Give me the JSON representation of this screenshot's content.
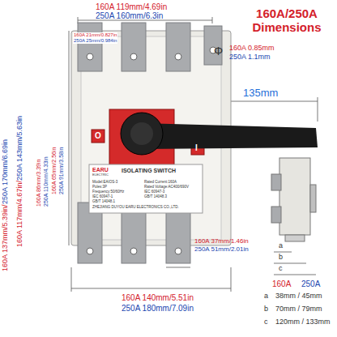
{
  "diagram": {
    "title": "160A/250A Dimensions",
    "labels": [
      "160A 119mm/4.69in",
      "250A 160mm/6.3in",
      "160A 21mm/0.827in",
      "250A 25mm/0.984in",
      "Φ",
      "160A 0.85mm",
      "250A 1.1mm",
      "135mm",
      "160A 137mm/5.39in/",
      "250A 170mm/6.69in",
      "160A 117mm/4.67in/",
      "250A 143mm/5.63in",
      "160A 86mm/3.39in",
      "250A 110mm/4.33in",
      "160A 65mm/2.56in",
      "250A 91mm/3.58in",
      "EARU",
      "ELECTRIC",
      "ISOLATING SWITCH",
      "Model:EAIOS-3",
      "Poles:3P",
      "Frequency:50/60Hz",
      "IEC 60947-1",
      "GB/T 14048.1",
      "Rated Current:160A",
      "Rated Voltage:AC400/690V",
      "IEC 60947-3",
      "GB/T 14048.3",
      "ZHEJIANG DUYOU EARU ELECTRONICS CO.,LTD.",
      "O",
      "I",
      "160A 37mm/1.46in",
      "250A 51mm/2.01in",
      "160A 140mm/5.51in",
      "250A 180mm/7.09in",
      "a",
      "b",
      "c",
      "160A",
      "250A",
      "a",
      "38mm / 45mm",
      "b",
      "70mm / 79mm",
      "c",
      "120mm / 133mm"
    ]
  }
}
